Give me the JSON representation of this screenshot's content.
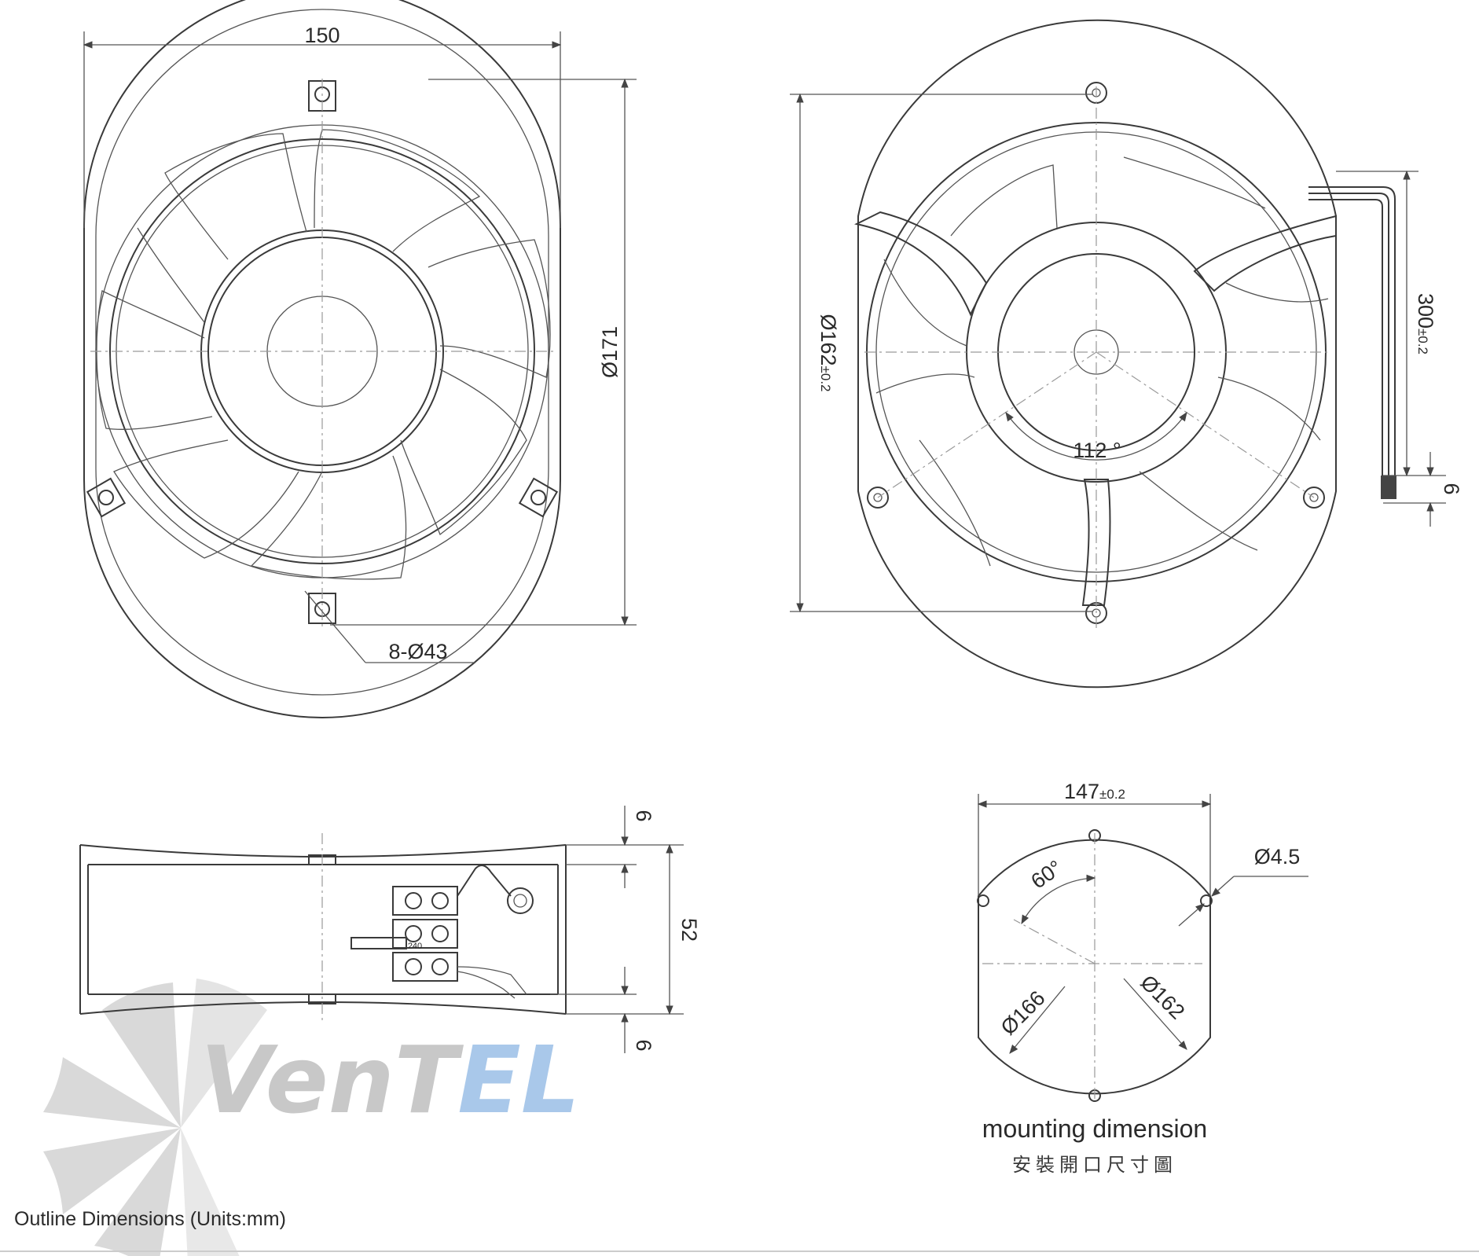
{
  "front_view": {
    "width_label": "150",
    "diameter_label": "Ø171",
    "hole_label": "8-Ø43"
  },
  "rear_view": {
    "diameter_label": "Ø162",
    "diameter_tol": "±0.2",
    "angle_label": "112 °",
    "lead_label": "300",
    "lead_tol": "±0.2",
    "strip_label": "6"
  },
  "side_view": {
    "height_label": "52",
    "top_label": "6",
    "bottom_label": "6",
    "terminal_marking": "240"
  },
  "mounting": {
    "span_label": "147",
    "span_tol": "±0.2",
    "hole_label": "Ø4.5",
    "angle_label": "60°",
    "d1_label": "Ø166",
    "d2_label": "Ø162",
    "caption": "mounting dimension",
    "caption_cn": "安裝開口尺寸圖"
  },
  "watermark": {
    "part1": "Ven",
    "part2": "T",
    "part3": "EL",
    "color_grey": "#c8c8c8",
    "color_blue": "#a9c8ea"
  },
  "footer": {
    "caption": "Outline Dimensions (Units:mm)"
  }
}
